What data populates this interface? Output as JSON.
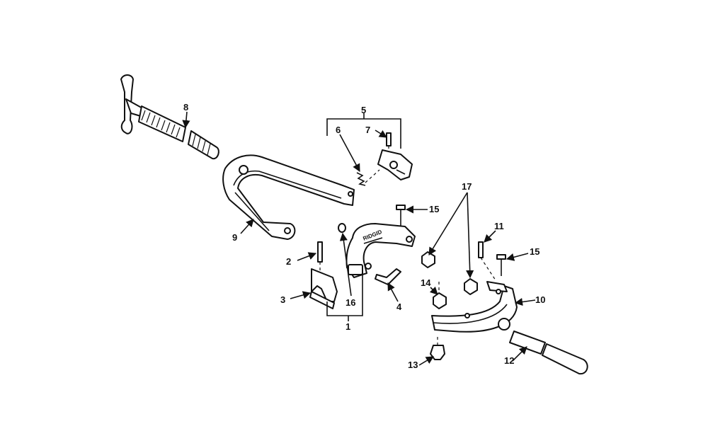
{
  "callouts": [
    "1",
    "2",
    "3",
    "4",
    "5",
    "6",
    "7",
    "8",
    "9",
    "10",
    "11",
    "12",
    "13",
    "14",
    "15",
    "15",
    "16",
    "17"
  ],
  "brand_mark": "RIDGID",
  "colors": {
    "ink": "#111111",
    "paper": "#ffffff"
  }
}
